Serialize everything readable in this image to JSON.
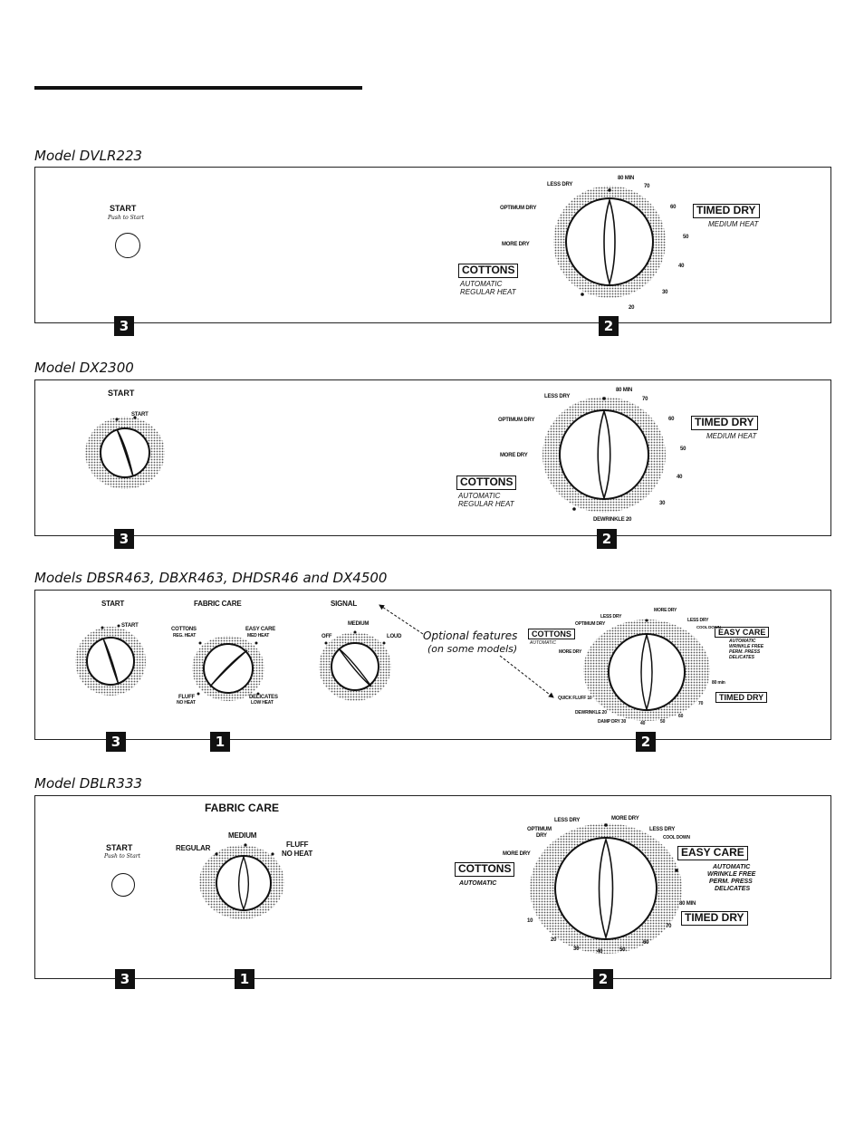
{
  "panels": [
    {
      "title": "Model DVLR223",
      "start": {
        "label": "START",
        "sublabel": "Push to Start"
      },
      "cycle_dial": {
        "labels": [
          "LESS DRY",
          "80 MIN",
          "70",
          "OPTIMUM DRY",
          "60",
          "MORE DRY",
          "50",
          "40",
          "30",
          "20"
        ]
      },
      "cottons": {
        "label": "COTTONS",
        "sub1": "AUTOMATIC",
        "sub2": "REGULAR HEAT"
      },
      "timed_dry": {
        "label": "TIMED DRY",
        "sub1": "MEDIUM HEAT"
      },
      "badges": [
        "3",
        "2"
      ]
    },
    {
      "title": "Model DX2300",
      "start": {
        "label": "START",
        "dial_label": "START"
      },
      "cycle_dial": {
        "labels": [
          "LESS DRY",
          "80 MIN",
          "70",
          "OPTIMUM DRY",
          "60",
          "MORE DRY",
          "50",
          "40",
          "30",
          "DEWRINKLE 20"
        ]
      },
      "cottons": {
        "label": "COTTONS",
        "sub1": "AUTOMATIC",
        "sub2": "REGULAR HEAT"
      },
      "timed_dry": {
        "label": "TIMED DRY",
        "sub1": "MEDIUM HEAT"
      },
      "badges": [
        "3",
        "2"
      ]
    },
    {
      "title": "Models DBSR463, DBXR463, DHDSR46 and DX4500",
      "start": {
        "label": "START",
        "dial_label": "START"
      },
      "fabric_care": {
        "label": "FABRIC CARE",
        "opt1": "COTTONS",
        "opt1b": "REG. HEAT",
        "opt2": "EASY CARE",
        "opt2b": "MED HEAT",
        "opt3": "FLUFF",
        "opt3b": "NO HEAT",
        "opt4": "DELICATES",
        "opt4b": "LOW HEAT"
      },
      "signal": {
        "label": "SIGNAL",
        "off": "OFF",
        "medium": "MEDIUM",
        "loud": "LOUD"
      },
      "optional_note": {
        "line1": "Optional features",
        "line2": "(on some models)"
      },
      "cycle_dial": {
        "labels": [
          "LESS DRY",
          "MORE DRY",
          "LESS DRY",
          "OPTIMUM DRY",
          "COOL DOWN",
          "MORE DRY",
          "80 min",
          "QUICK FLUFF 10",
          "70",
          "DEWRINKLE 20",
          "60",
          "DAMP DRY 30",
          "40",
          "50"
        ]
      },
      "cottons": {
        "label": "COTTONS",
        "sub1": "AUTOMATIC"
      },
      "easy_care": {
        "label": "EASY CARE",
        "sub1": "AUTOMATIC",
        "sub2": "WRINKLE FREE",
        "sub3": "PERM. PRESS",
        "sub4": "DELICATES"
      },
      "timed_dry": {
        "label": "TIMED DRY"
      },
      "badges": [
        "3",
        "1",
        "2"
      ]
    },
    {
      "title": "Model DBLR333",
      "start": {
        "label": "START",
        "sublabel": "Push to Start"
      },
      "fabric_care": {
        "label": "FABRIC CARE",
        "regular": "REGULAR",
        "medium": "MEDIUM",
        "fluff": "FLUFF",
        "fluff_sub": "NO HEAT"
      },
      "cycle_dial": {
        "labels": [
          "LESS DRY",
          "MORE DRY",
          "OPTIMUM",
          "DRY",
          "LESS DRY",
          "COOL DOWN",
          "MORE DRY",
          "80 MIN",
          "70",
          "10",
          "20",
          "30",
          "40",
          "50",
          "60"
        ]
      },
      "cottons": {
        "label": "COTTONS",
        "sub1": "AUTOMATIC"
      },
      "easy_care": {
        "label": "EASY CARE",
        "sub1": "AUTOMATIC",
        "sub2": "WRINKLE FREE",
        "sub3": "PERM. PRESS",
        "sub4": "DELICATES"
      },
      "timed_dry": {
        "label": "TIMED DRY"
      },
      "badges": [
        "3",
        "1",
        "2"
      ]
    }
  ]
}
